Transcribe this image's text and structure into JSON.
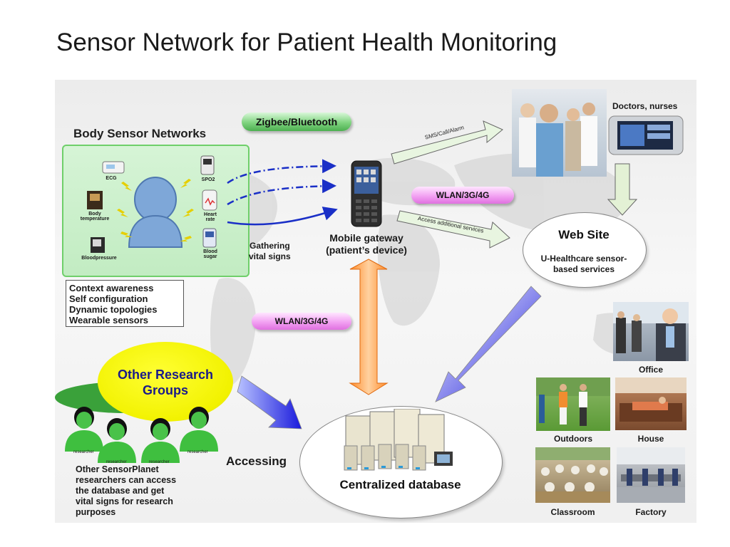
{
  "title": "Sensor Network for Patient Health Monitoring",
  "body_sensor_networks": {
    "title": "Body Sensor Networks",
    "sensors": {
      "ecg": "ECG",
      "spo2": "SPO2",
      "body_temperature": "Body temperature",
      "heart_rate": "Heart rate",
      "bloodpressure": "Bloodpressure",
      "blood_sugar": "Blood sugar"
    },
    "features": [
      "Context awareness",
      "Self configuration",
      "Dynamic topologies",
      "Wearable sensors"
    ]
  },
  "links": {
    "zigbee_bluetooth": "Zigbee/Bluetooth",
    "wlan_top": "WLAN/3G/4G",
    "wlan_mid": "WLAN/3G/4G",
    "sms_call_alarm": "SMS/Call/Alarm",
    "access_additional_services": "Access additional services"
  },
  "gathering": {
    "line1": "Gathering",
    "line2": "vital signs"
  },
  "mobile_gateway": {
    "line1": "Mobile gateway",
    "line2": "(patient’s device)"
  },
  "doctors": {
    "label": "Doctors, nurses"
  },
  "website": {
    "title": "Web Site",
    "line1": "U-Healthcare sensor-",
    "line2": "based services"
  },
  "research": {
    "group_line1": "Other Research",
    "group_line2": "Groups",
    "researcher_labels": [
      "researcher",
      "researcher",
      "researcher",
      "researcher"
    ],
    "desc": [
      "Other SensorPlanet",
      "researchers can access",
      "the database and get",
      "vital signs for research",
      "purposes"
    ]
  },
  "accessing": "Accessing",
  "database": "Centralized database",
  "locations": {
    "office": "Office",
    "outdoors": "Outdoors",
    "house": "House",
    "classroom": "Classroom",
    "factory": "Factory"
  }
}
